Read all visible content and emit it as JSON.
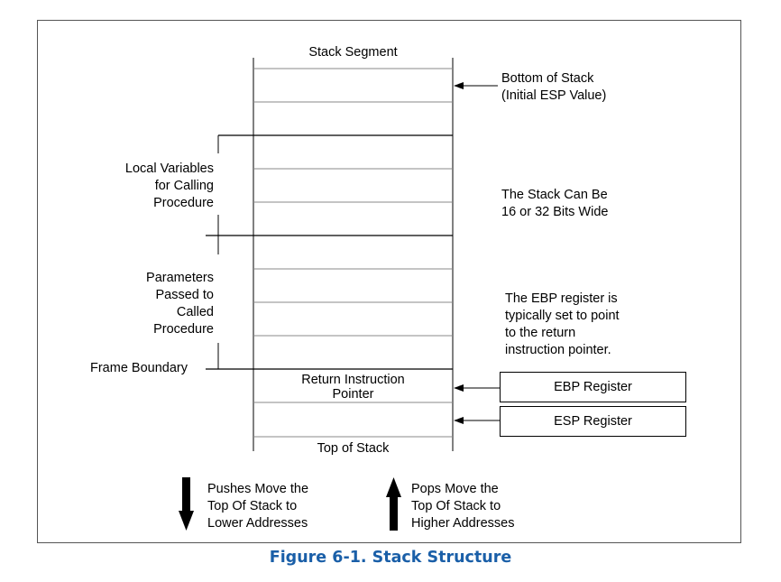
{
  "diagram": {
    "stack_segment_label": "Stack Segment",
    "bottom_of_stack": [
      "Bottom of Stack",
      "(Initial ESP Value)"
    ],
    "local_variables": [
      "Local Variables",
      "for Calling",
      "Procedure"
    ],
    "stack_width_note": [
      "The Stack Can Be",
      "16 or 32 Bits Wide"
    ],
    "parameters": [
      "Parameters",
      "Passed to",
      "Called",
      "Procedure"
    ],
    "ebp_note": [
      "The EBP register is",
      "typically set to point",
      "to the return",
      "instruction pointer."
    ],
    "frame_boundary": "Frame Boundary",
    "return_instruction_pointer": [
      "Return Instruction",
      "Pointer"
    ],
    "ebp_register": "EBP Register",
    "esp_register": "ESP Register",
    "top_of_stack": "Top of Stack",
    "pushes_note": [
      "Pushes Move the",
      "Top Of Stack to",
      "Lower Addresses"
    ],
    "pops_note": [
      "Pops Move the",
      "Top Of Stack to",
      "Higher Addresses"
    ]
  },
  "caption": "Figure 6-1.  Stack Structure",
  "colors": {
    "caption": "#1a5fa8",
    "lines": "#000000",
    "row_lines": "#888888"
  }
}
